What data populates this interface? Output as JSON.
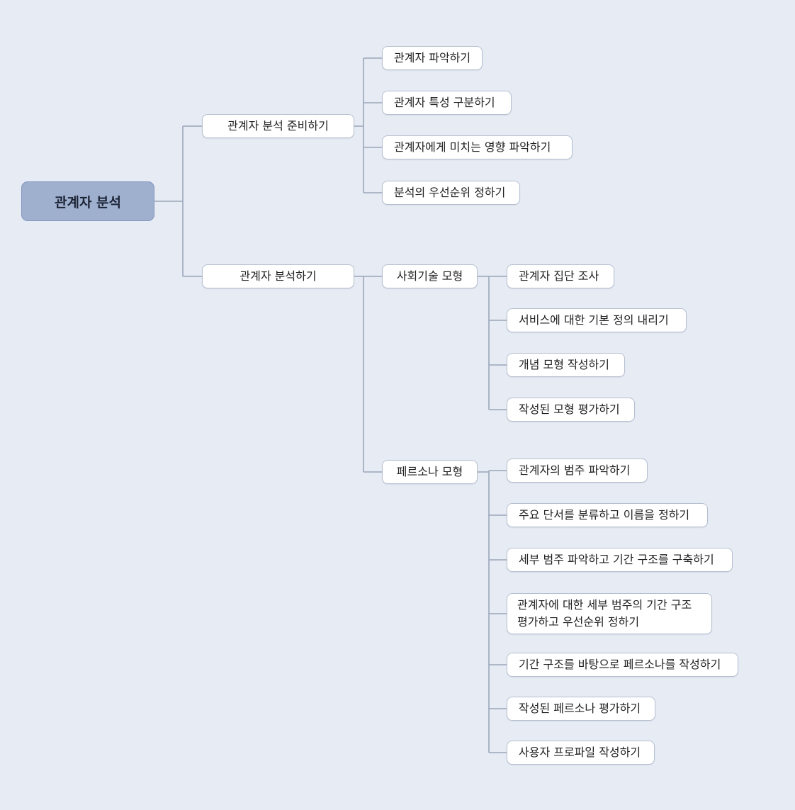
{
  "root": {
    "label": "관계자 분석"
  },
  "prepare": {
    "label": "관계자 분석 준비하기",
    "items": [
      "관계자 파악하기",
      "관계자 특성 구분하기",
      "관계자에게 미치는 영향 파악하기",
      "분석의 우선순위 정하기"
    ]
  },
  "analyze": {
    "label": "관계자 분석하기",
    "socio": {
      "label": "사회기술 모형",
      "items": [
        "관계자 집단 조사",
        "서비스에 대한 기본 정의 내리기",
        "개념 모형 작성하기",
        "작성된 모형 평가하기"
      ]
    },
    "persona": {
      "label": "페르소나 모형",
      "items": [
        "관계자의 범주 파악하기",
        "주요 단서를 분류하고 이름을 정하기",
        "세부 범주 파악하고 기간 구조를 구축하기",
        "관계자에 대한 세부 범주의 기간 구조 평가하고 우선순위 정하기",
        "기간 구조를 바탕으로 페르소나를 작성하기",
        "작성된 페르소나 평가하기",
        "사용자 프로파일 작성하기"
      ]
    }
  },
  "colors": {
    "background": "#e6ebf4",
    "line": "#9aa6ba",
    "root_fill": "#9fb0cf"
  }
}
